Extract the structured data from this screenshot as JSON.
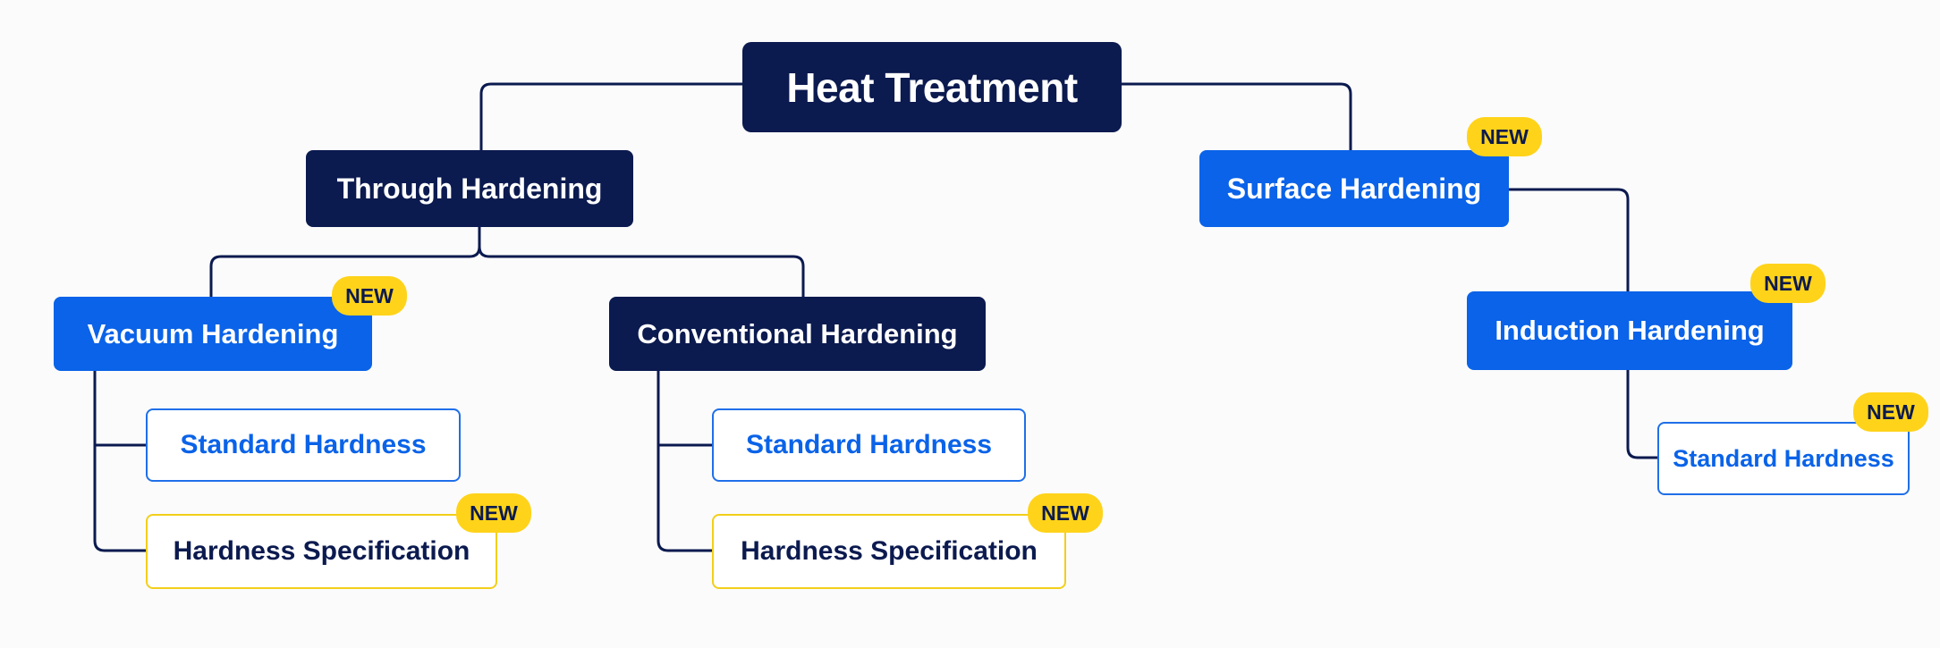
{
  "diagram": {
    "root": {
      "label": "Heat Treatment"
    },
    "through": {
      "label": "Through Hardening",
      "vacuum": {
        "label": "Vacuum Hardening",
        "badge": "NEW",
        "standard": {
          "label": "Standard Hardness"
        },
        "spec": {
          "label": "Hardness Specification",
          "badge": "NEW"
        }
      },
      "conventional": {
        "label": "Conventional Hardening",
        "standard": {
          "label": "Standard Hardness"
        },
        "spec": {
          "label": "Hardness Specification",
          "badge": "NEW"
        }
      }
    },
    "surface": {
      "label": "Surface Hardening",
      "badge": "NEW",
      "induction": {
        "label": "Induction Hardening",
        "badge": "NEW",
        "standard": {
          "label": "Standard Hardness",
          "badge": "NEW"
        }
      }
    }
  },
  "colors": {
    "dark_navy": "#0b1a4f",
    "blue": "#0a63e8",
    "badge_yellow": "#ffd31a",
    "outline_yellow": "#f2cf1a",
    "connector": "#0b1a4f"
  }
}
